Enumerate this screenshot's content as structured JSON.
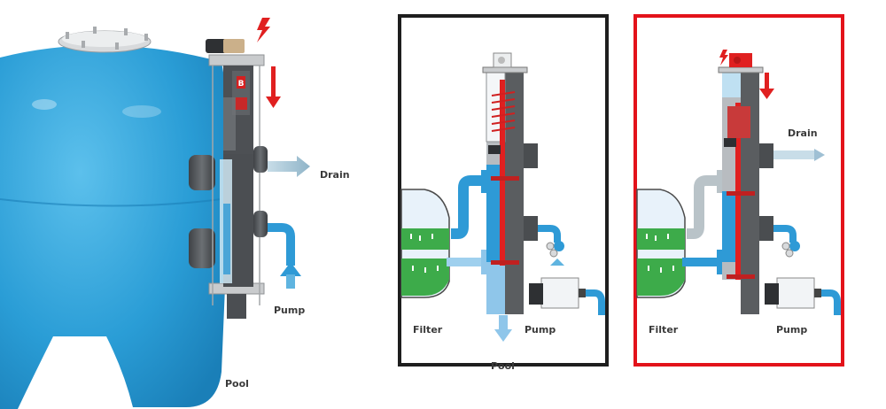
{
  "product_view": {
    "labels": {
      "drain": "Drain",
      "pump": "Pump",
      "pool": "Pool"
    },
    "icons": [
      "power-bolt-icon",
      "down-arrow-icon",
      "drain-arrow-icon",
      "pump-arrow-icon"
    ]
  },
  "panel_filtration": {
    "state": "filtration",
    "frame_color": "#1e1e1e",
    "labels": {
      "filter": "Filter",
      "pump": "Pump",
      "pool": "Pool"
    }
  },
  "panel_backwash": {
    "state": "backwash",
    "frame_color": "#e3121a",
    "labels": {
      "filter": "Filter",
      "pump": "Pump",
      "drain": "Drain"
    }
  },
  "colors": {
    "tank_blue": "#2f9fd6",
    "water_blue": "#2e9ad6",
    "light_water": "#9fd0ee",
    "valve_red": "#e02020",
    "filter_green": "#3dab4a",
    "pipe_grey": "#5a5d60"
  }
}
